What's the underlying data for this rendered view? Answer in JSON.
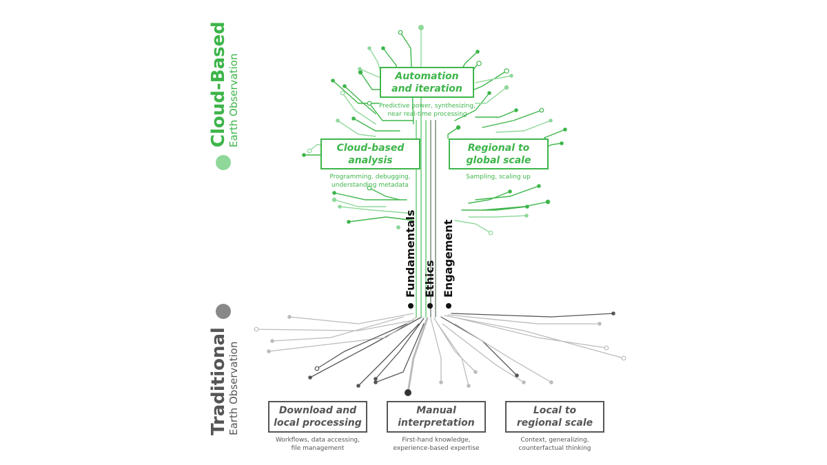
{
  "side": {
    "cloud": {
      "title": "Cloud-Based",
      "subtitle": "Earth Observation",
      "color": "#3db54a"
    },
    "traditional": {
      "title": "Traditional",
      "subtitle": "Earth Observation",
      "color": "#555555"
    }
  },
  "pillars": [
    "Fundamentals",
    "Ethics",
    "Engagement"
  ],
  "cloud_boxes": [
    {
      "title": "Automation\nand iteration",
      "caption": "Predictive power, synthesizing,\nnear real-time processing"
    },
    {
      "title": "Cloud-based\nanalysis",
      "caption": "Programming, debugging,\nunderstanding metadata"
    },
    {
      "title": "Regional to\nglobal scale",
      "caption": "Sampling, scaling up"
    }
  ],
  "traditional_boxes": [
    {
      "title": "Download and\nlocal processing",
      "caption": "Workflows, data accessing,\nfile management"
    },
    {
      "title": "Manual\ninterpretation",
      "caption": "First-hand knowledge,\nexperience-based expertise"
    },
    {
      "title": "Local to\nregional scale",
      "caption": "Context, generalizing,\ncounterfactual thinking"
    }
  ],
  "colors": {
    "green": "#3db54a",
    "light_green": "#8fd89a",
    "gray": "#555555",
    "light_gray": "#bbbbbb"
  }
}
